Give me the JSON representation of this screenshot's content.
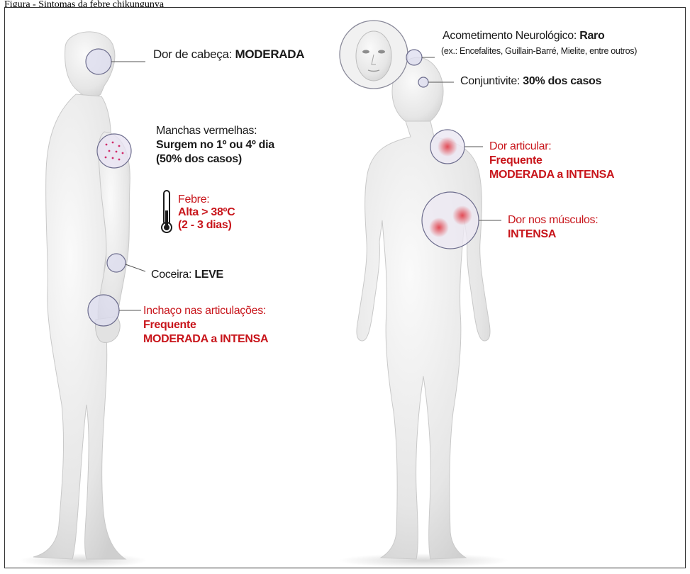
{
  "caption": "Figura - Sintomas da febre chikungunya",
  "left_figure": {
    "headache": {
      "label": "Dor de cabeça: ",
      "value": "MODERADA"
    },
    "rash": {
      "line1": "Manchas vermelhas:",
      "line2": "Surgem no 1º ou 4º dia",
      "line3": "(50% dos casos)"
    },
    "fever": {
      "line1": "Febre:",
      "line2": "Alta > 38ºC",
      "line3": "(2 - 3 dias)"
    },
    "itch": {
      "label": "Coceira: ",
      "value": "LEVE"
    },
    "swelling": {
      "line1": "Inchaço nas articulações:",
      "line2": "Frequente",
      "line3": "MODERADA a INTENSA"
    }
  },
  "right_figure": {
    "neuro": {
      "label": "Acometimento Neurológico: ",
      "value": "Raro",
      "note": "(ex.: Encefalites, Guillain-Barré, Mielite, entre outros)"
    },
    "conjunctivitis": {
      "label": "Conjuntivite: ",
      "value": "30% dos casos"
    },
    "joint_pain": {
      "line1": "Dor articular:",
      "line2": "Frequente",
      "line3": "MODERADA a INTENSA"
    },
    "muscle_pain": {
      "line1": "Dor nos músculos:",
      "line2": "INTENSA"
    }
  },
  "colors": {
    "accent_red": "#c8151b",
    "text": "#1a1a1a",
    "body": "#e9e9e9",
    "marker_fill": "#dcdcef",
    "marker_stroke": "#6e6e8e"
  }
}
